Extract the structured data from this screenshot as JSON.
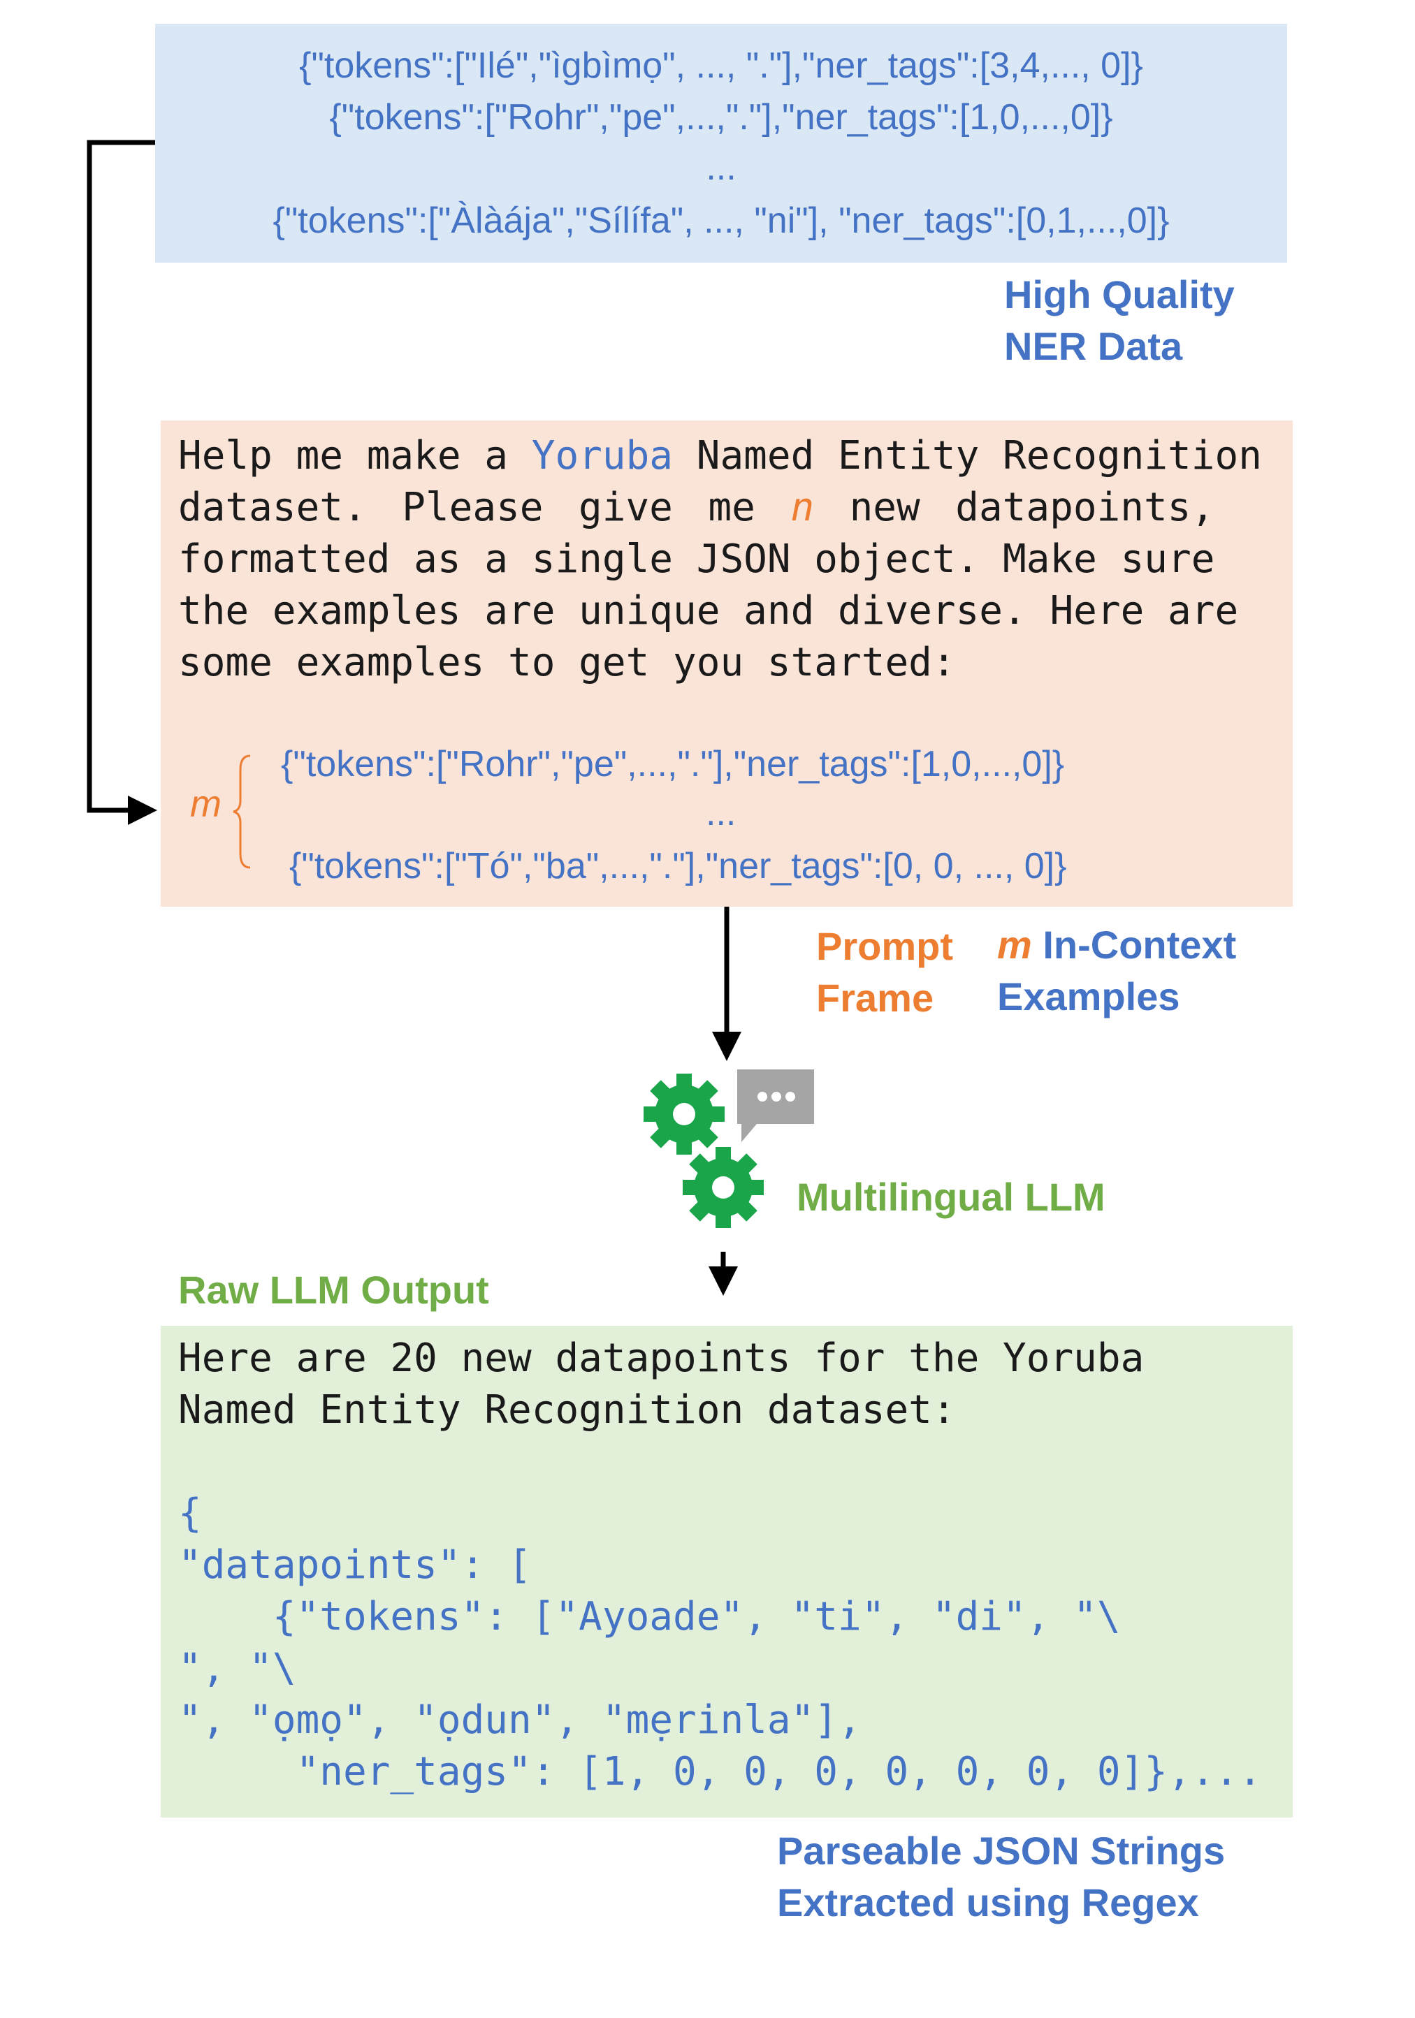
{
  "colors": {
    "blue_box": "#dae8f5",
    "orange_box": "#fae3d7",
    "green_box": "#e2efd9",
    "blue_text": "#4472c4",
    "orange_text": "#ed7d31",
    "green_text": "#70ad47",
    "llm_icon": "#1aa54b"
  },
  "hq_data": {
    "lines": [
      "{\"tokens\":[\"Ilé\",\"ìgbìmọ\", ..., \".\"],\"ner_tags\":[3,4,..., 0]}",
      "{\"tokens\":[\"Rohr\",\"pe\",...,\".\"],\"ner_tags\":[1,0,...,0]}",
      "...",
      "{\"tokens\":[\"Àlàája\",\"Sílífa\", ..., \"ni\"], \"ner_tags\":[0,1,...,0]}"
    ],
    "caption_line1": "High Quality",
    "caption_line2": "NER Data"
  },
  "prompt": {
    "line1_pre": "Help me make a ",
    "line1_lang": "Yoruba",
    "line1_post": " Named Entity Recognition",
    "line2_pre": "dataset. Please give me ",
    "line2_n": "n",
    "line2_post": " new datapoints,",
    "line3": "formatted as a single JSON object. Make sure",
    "line4": "the examples are unique and diverse. Here are",
    "line5": "some examples to get you started:",
    "m_label": "m",
    "examples": [
      "{\"tokens\":[\"Rohr\",\"pe\",...,\".\"],\"ner_tags\":[1,0,...,0]}",
      "...",
      "{\"tokens\":[\"Tó\",\"ba\",...,\".\"],\"ner_tags\":[0, 0, ..., 0]}"
    ]
  },
  "labels": {
    "prompt_frame_1": "Prompt",
    "prompt_frame_2": "Frame",
    "in_context_m": "m",
    "in_context_1": " In-Context",
    "in_context_2": "Examples",
    "llm": "Multilingual LLM",
    "raw_output": "Raw LLM Output",
    "parse_1": "Parseable JSON Strings",
    "parse_2": "Extracted using Regex"
  },
  "icons": [
    "gear-icon",
    "gear-icon",
    "chat-bubble-icon"
  ],
  "output": {
    "line1": "Here are 20 new datapoints for the Yoruba",
    "line2": "Named Entity Recognition dataset:",
    "code": [
      "{",
      "\"datapoints\": [",
      "    {\"tokens\": [\"Ayoade\", \"ti\", \"di\", \"\\",
      "\", \"\\",
      "\", \"ọmọ\", \"ọdun\", \"mẹrinla\"],",
      "     \"ner_tags\": [1, 0, 0, 0, 0, 0, 0, 0]},..."
    ]
  }
}
